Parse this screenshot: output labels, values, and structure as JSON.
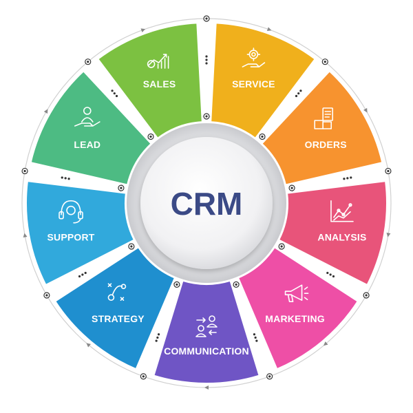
{
  "center": {
    "label": "CRM",
    "text_color": "#3b4a86"
  },
  "segments": [
    {
      "id": "sales",
      "label": "SALES",
      "color": "#7cc141",
      "icon": "chart-money-icon"
    },
    {
      "id": "service",
      "label": "SERVICE",
      "color": "#f0b01c",
      "icon": "gear-hand-icon"
    },
    {
      "id": "orders",
      "label": "ORDERS",
      "color": "#f7932f",
      "icon": "boxes-clipboard-icon"
    },
    {
      "id": "analysis",
      "label": "ANALYSIS",
      "color": "#e8547a",
      "icon": "line-chart-icon"
    },
    {
      "id": "marketing",
      "label": "MARKETING",
      "color": "#ee4fa6",
      "icon": "megaphone-icon"
    },
    {
      "id": "communication",
      "label": "COMMUNICATION",
      "color": "#6f55c5",
      "icon": "people-exchange-icon"
    },
    {
      "id": "strategy",
      "label": "STRATEGY",
      "color": "#1f8fcf",
      "icon": "strategy-play-icon"
    },
    {
      "id": "support",
      "label": "SUPPORT",
      "color": "#31a9dc",
      "icon": "headset-icon"
    },
    {
      "id": "lead",
      "label": "LEAD",
      "color": "#4dbb83",
      "icon": "person-hand-icon"
    }
  ]
}
